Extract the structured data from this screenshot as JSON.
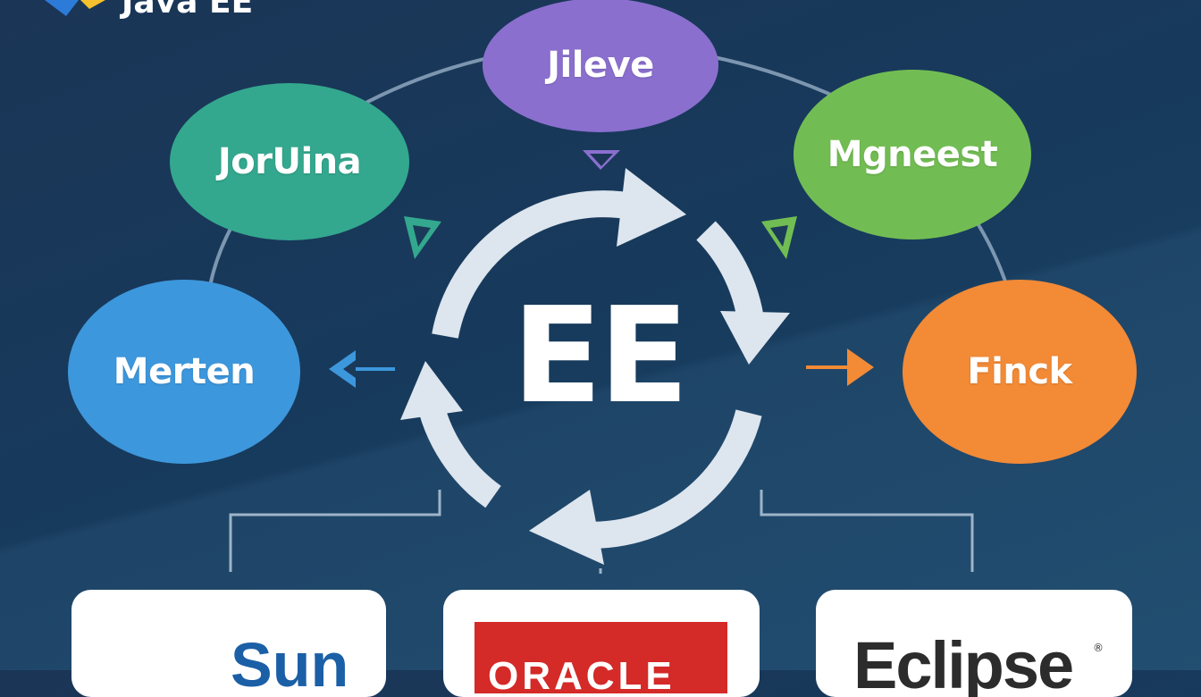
{
  "brand": {
    "title": "Java EE",
    "logo_icon": "java-ee-logo-icon"
  },
  "center": {
    "label": "EE",
    "icon": "cycle-arrows-icon"
  },
  "nodes": {
    "top": {
      "label": "Jileve",
      "color": "#8a6fcf"
    },
    "upper_left": {
      "label": "JorUina",
      "color": "#33a88e"
    },
    "upper_right": {
      "label": "Mgneest",
      "color": "#72bd53"
    },
    "left": {
      "label": "Merten",
      "color": "#3d97dc"
    },
    "right": {
      "label": "Finck",
      "color": "#f28a36"
    }
  },
  "logos": {
    "sun": {
      "text": "Sun",
      "icon": "sun-icon"
    },
    "oracle": {
      "text": "ORACLE",
      "color": "#d42a28"
    },
    "eclipse": {
      "text": "Eclipse",
      "reg": "®"
    }
  }
}
